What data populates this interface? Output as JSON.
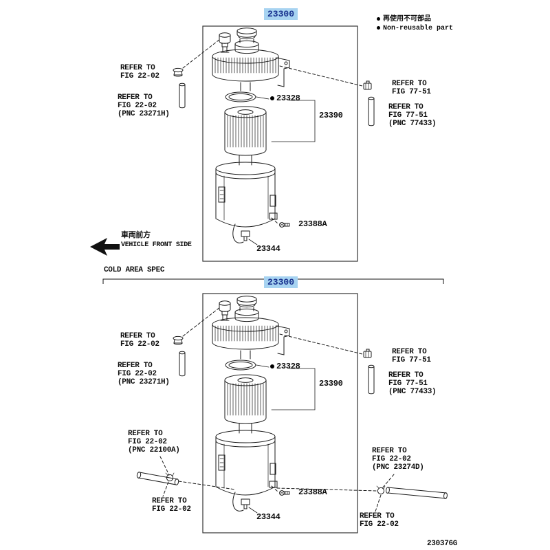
{
  "doc": {
    "number": "230376G"
  },
  "legend": {
    "jp": "再使用不可部品",
    "en": "Non-reusable part"
  },
  "cold_area_label": "COLD AREA SPEC",
  "vehicle_front": {
    "jp": "車両前方",
    "en": "VEHICLE FRONT SIDE"
  },
  "top": {
    "main_part": "23300",
    "refer_2202": {
      "l1": "REFER TO",
      "l2": "FIG 22-02"
    },
    "refer_2202_pnc": {
      "l1": "REFER TO",
      "l2": "FIG 22-02",
      "l3": "(PNC 23271H)"
    },
    "refer_7751": {
      "l1": "REFER TO",
      "l2": "FIG 77-51"
    },
    "refer_7751_pnc": {
      "l1": "REFER TO",
      "l2": "FIG 77-51",
      "l3": "(PNC 77433)"
    },
    "p23328": "23328",
    "p23390": "23390",
    "p23388a": "23388A",
    "p23344": "23344"
  },
  "bottom": {
    "main_part": "23300",
    "refer_2202": {
      "l1": "REFER TO",
      "l2": "FIG 22-02"
    },
    "refer_2202_pnc": {
      "l1": "REFER TO",
      "l2": "FIG 22-02",
      "l3": "(PNC 23271H)"
    },
    "refer_7751": {
      "l1": "REFER TO",
      "l2": "FIG 77-51"
    },
    "refer_7751_pnc": {
      "l1": "REFER TO",
      "l2": "FIG 77-51",
      "l3": "(PNC 77433)"
    },
    "refer_2202_pnc22100a": {
      "l1": "REFER TO",
      "l2": "FIG 22-02",
      "l3": "(PNC 22100A)"
    },
    "refer_2202_lower_left": {
      "l1": "REFER TO",
      "l2": "FIG 22-02"
    },
    "refer_2202_pnc23274d": {
      "l1": "REFER TO",
      "l2": "FIG 22-02",
      "l3": "(PNC 23274D)"
    },
    "refer_2202_lower_right": {
      "l1": "REFER TO",
      "l2": "FIG 22-02"
    },
    "p23328": "23328",
    "p23390": "23390",
    "p23388a": "23388A",
    "p23344": "23344"
  },
  "colors": {
    "highlight_bg": "#a7d3f1",
    "highlight_text": "#17318e"
  }
}
